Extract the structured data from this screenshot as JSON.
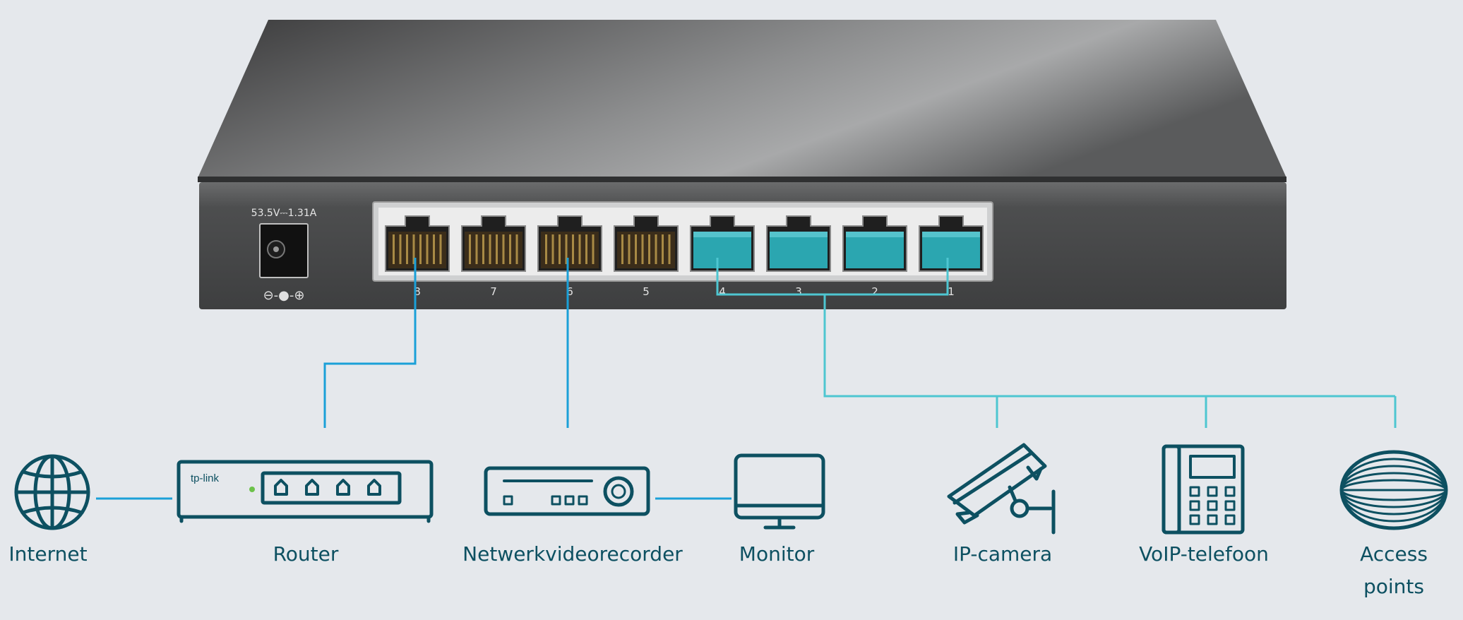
{
  "switch": {
    "power_spec": "53.5V⎓1.31A",
    "power_symbol": "⊖-●-⊕",
    "ports": [
      {
        "number": "8",
        "poe": false
      },
      {
        "number": "7",
        "poe": false
      },
      {
        "number": "6",
        "poe": false
      },
      {
        "number": "5",
        "poe": false
      },
      {
        "number": "4",
        "poe": true
      },
      {
        "number": "3",
        "poe": true
      },
      {
        "number": "2",
        "poe": true
      },
      {
        "number": "1",
        "poe": true
      }
    ]
  },
  "devices": {
    "internet": {
      "label": "Internet",
      "icon": "globe-icon"
    },
    "router": {
      "label": "Router",
      "brand": "tp-link",
      "icon": "router-icon"
    },
    "nvr": {
      "label": "Netwerkvideorecorder",
      "icon": "nvr-icon"
    },
    "monitor": {
      "label": "Monitor",
      "icon": "monitor-icon"
    },
    "ip_camera": {
      "label": "IP-camera",
      "icon": "camera-icon"
    },
    "voip": {
      "label": "VoIP-telefoon",
      "icon": "phone-icon"
    },
    "access_points": {
      "label_line1": "Access",
      "label_line2": "points",
      "icon": "access-point-icon"
    }
  },
  "colors": {
    "background": "#e5e8ec",
    "icon_teal": "#0d5061",
    "link_blue": "#1ba0d8",
    "link_cyan": "#4ec6d1",
    "poe_port": "#2ba6b0"
  }
}
